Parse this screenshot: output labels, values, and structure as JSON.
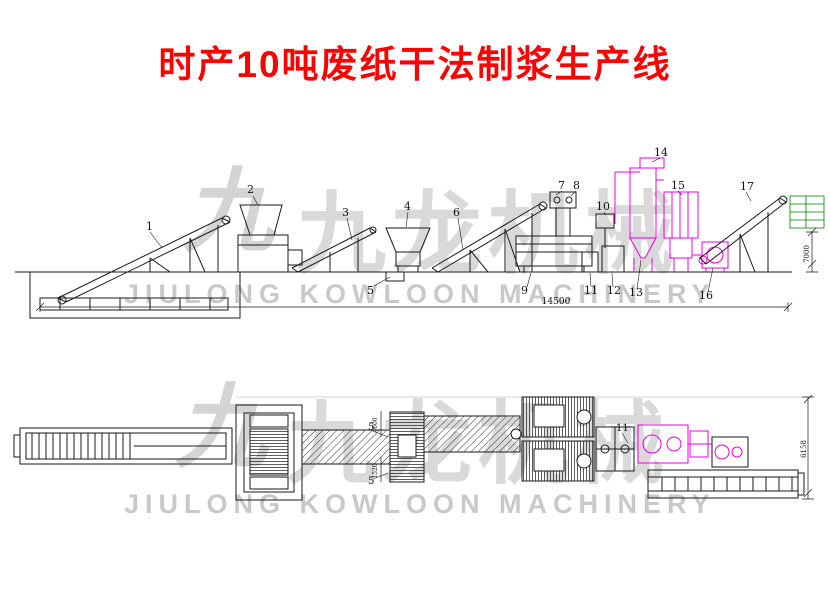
{
  "title": "时产10吨废纸干法制浆生产线",
  "watermark": {
    "logo_char": "九",
    "cn": "九龙机械",
    "en": "JIULONG KOWLOON MACHINERY"
  },
  "side_view": {
    "labels": [
      "1",
      "2",
      "3",
      "4",
      "5",
      "6",
      "7",
      "8",
      "9",
      "10",
      "11",
      "12",
      "13",
      "14",
      "15",
      "16",
      "17"
    ],
    "dims": {
      "length": "14500",
      "height": "7000"
    }
  },
  "plan_view": {
    "labels": {
      "l5a": "5",
      "l5b": "5",
      "l11": "11"
    },
    "dims": {
      "width": "6158",
      "a": "4600",
      "b": "1520"
    }
  },
  "colors": {
    "title": "#ff0000",
    "line": "#1a1a1a",
    "accent_magenta": "#e800e8",
    "table_green": "#008000",
    "watermark": "#d6d6d6"
  }
}
